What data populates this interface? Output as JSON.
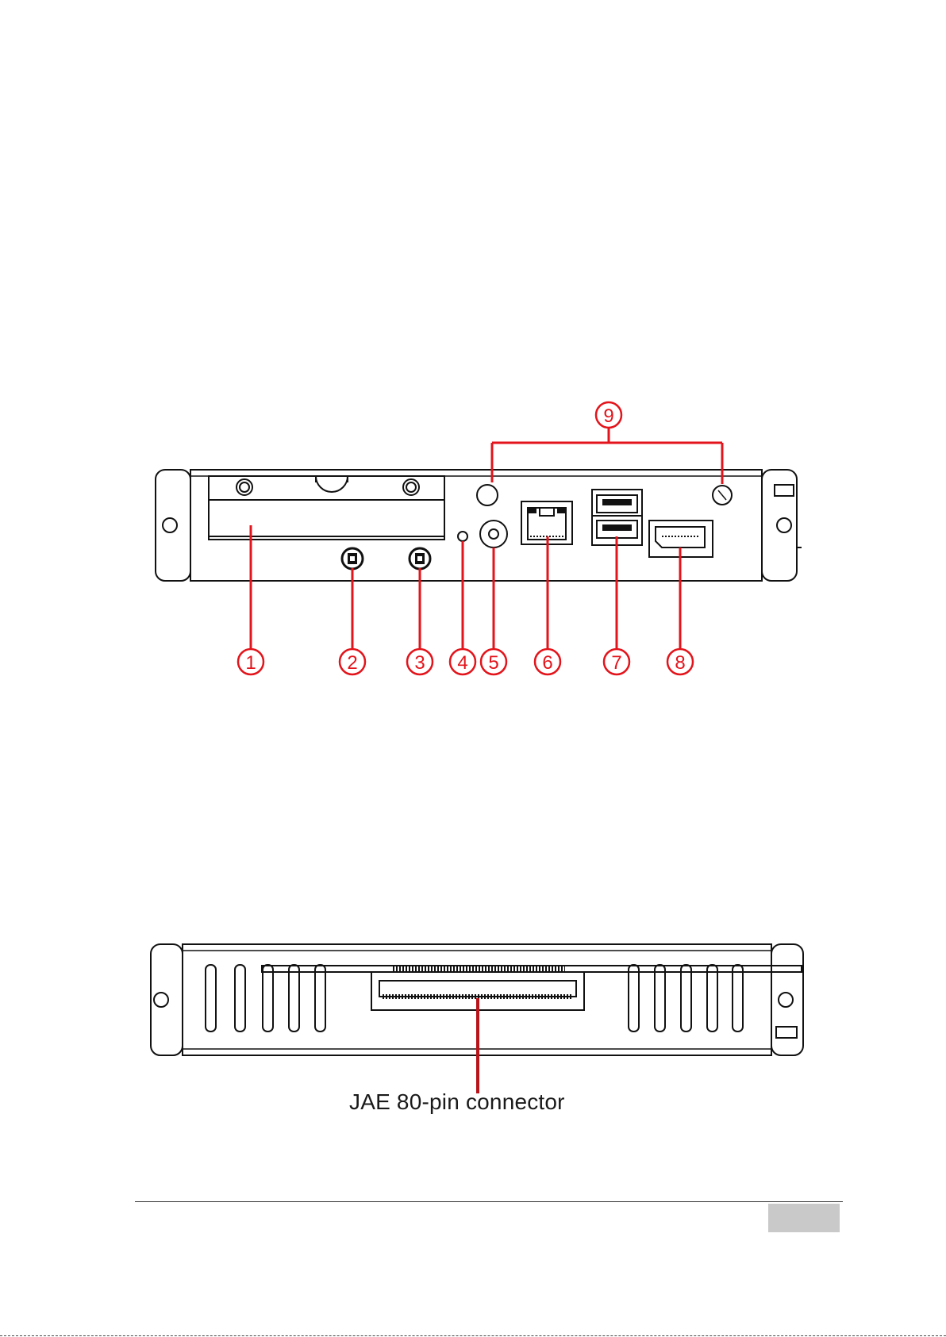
{
  "front_view": {
    "callouts": [
      {
        "id": "1",
        "label": "1"
      },
      {
        "id": "2",
        "label": "2"
      },
      {
        "id": "3",
        "label": "3"
      },
      {
        "id": "4",
        "label": "4"
      },
      {
        "id": "5",
        "label": "5"
      },
      {
        "id": "6",
        "label": "6"
      },
      {
        "id": "7",
        "label": "7"
      },
      {
        "id": "8",
        "label": "8"
      },
      {
        "id": "9",
        "label": "9"
      }
    ]
  },
  "bottom_view": {
    "connector_label": "JAE 80-pin connector"
  },
  "colors": {
    "callout": "#e3141b",
    "line_art": "#111111",
    "page_badge": "#c9c9c9"
  }
}
